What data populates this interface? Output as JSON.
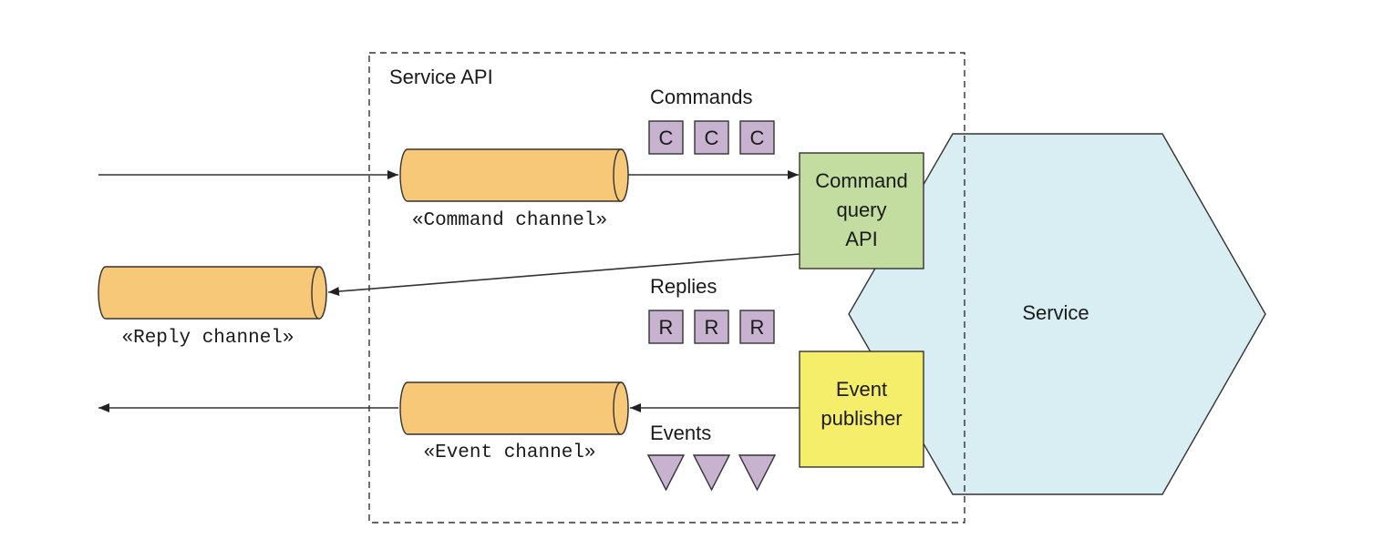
{
  "boundary": {
    "label": "Service API"
  },
  "service": {
    "label": "Service",
    "fill": "#d9eef3"
  },
  "command_query_api": {
    "lines": [
      "Command",
      "query",
      "API"
    ],
    "fill": "#c2dd9f"
  },
  "event_publisher": {
    "lines": [
      "Event",
      "publisher"
    ],
    "fill": "#f5ee6a"
  },
  "channels": {
    "command": {
      "label": "«Command channel»"
    },
    "reply": {
      "label": "«Reply channel»"
    },
    "event": {
      "label": "«Event channel»"
    },
    "fill": "#f8c879"
  },
  "messages": {
    "commands": {
      "heading": "Commands",
      "tokens": [
        "C",
        "C",
        "C"
      ]
    },
    "replies": {
      "heading": "Replies",
      "tokens": [
        "R",
        "R",
        "R"
      ]
    },
    "events": {
      "heading": "Events",
      "count": 3
    },
    "fill": "#c7b2cf"
  }
}
